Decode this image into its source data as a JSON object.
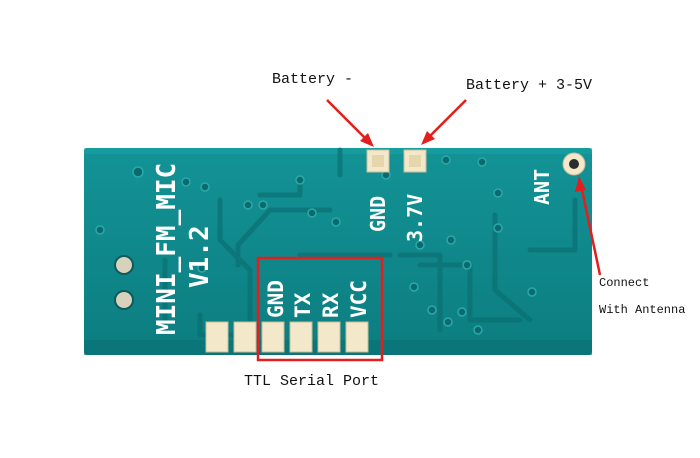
{
  "photo": {
    "colors": {
      "board": "#0e8a8c",
      "board_dark": "#0a6f73",
      "trace": "#127f82",
      "silkscreen": "#ffffff",
      "pad": "#f3e8c9",
      "highlight": "#e21e1e",
      "arrow": "#e21e1e"
    },
    "board_silkscreen": {
      "model": "MINI_FM_MIC",
      "version": "V1.2",
      "pin_gnd": "GND",
      "pin_tx": "TX",
      "pin_rx": "RX",
      "pin_vcc": "VCC",
      "battery_neg": "GND",
      "battery_pos": "3.7V",
      "antenna": "ANT"
    }
  },
  "labels": {
    "battery_negative": "Battery -",
    "battery_positive": "Battery + 3-5V",
    "antenna_line1": "Connect",
    "antenna_line2": "With Antenna",
    "serial_port": "TTL Serial Port"
  }
}
